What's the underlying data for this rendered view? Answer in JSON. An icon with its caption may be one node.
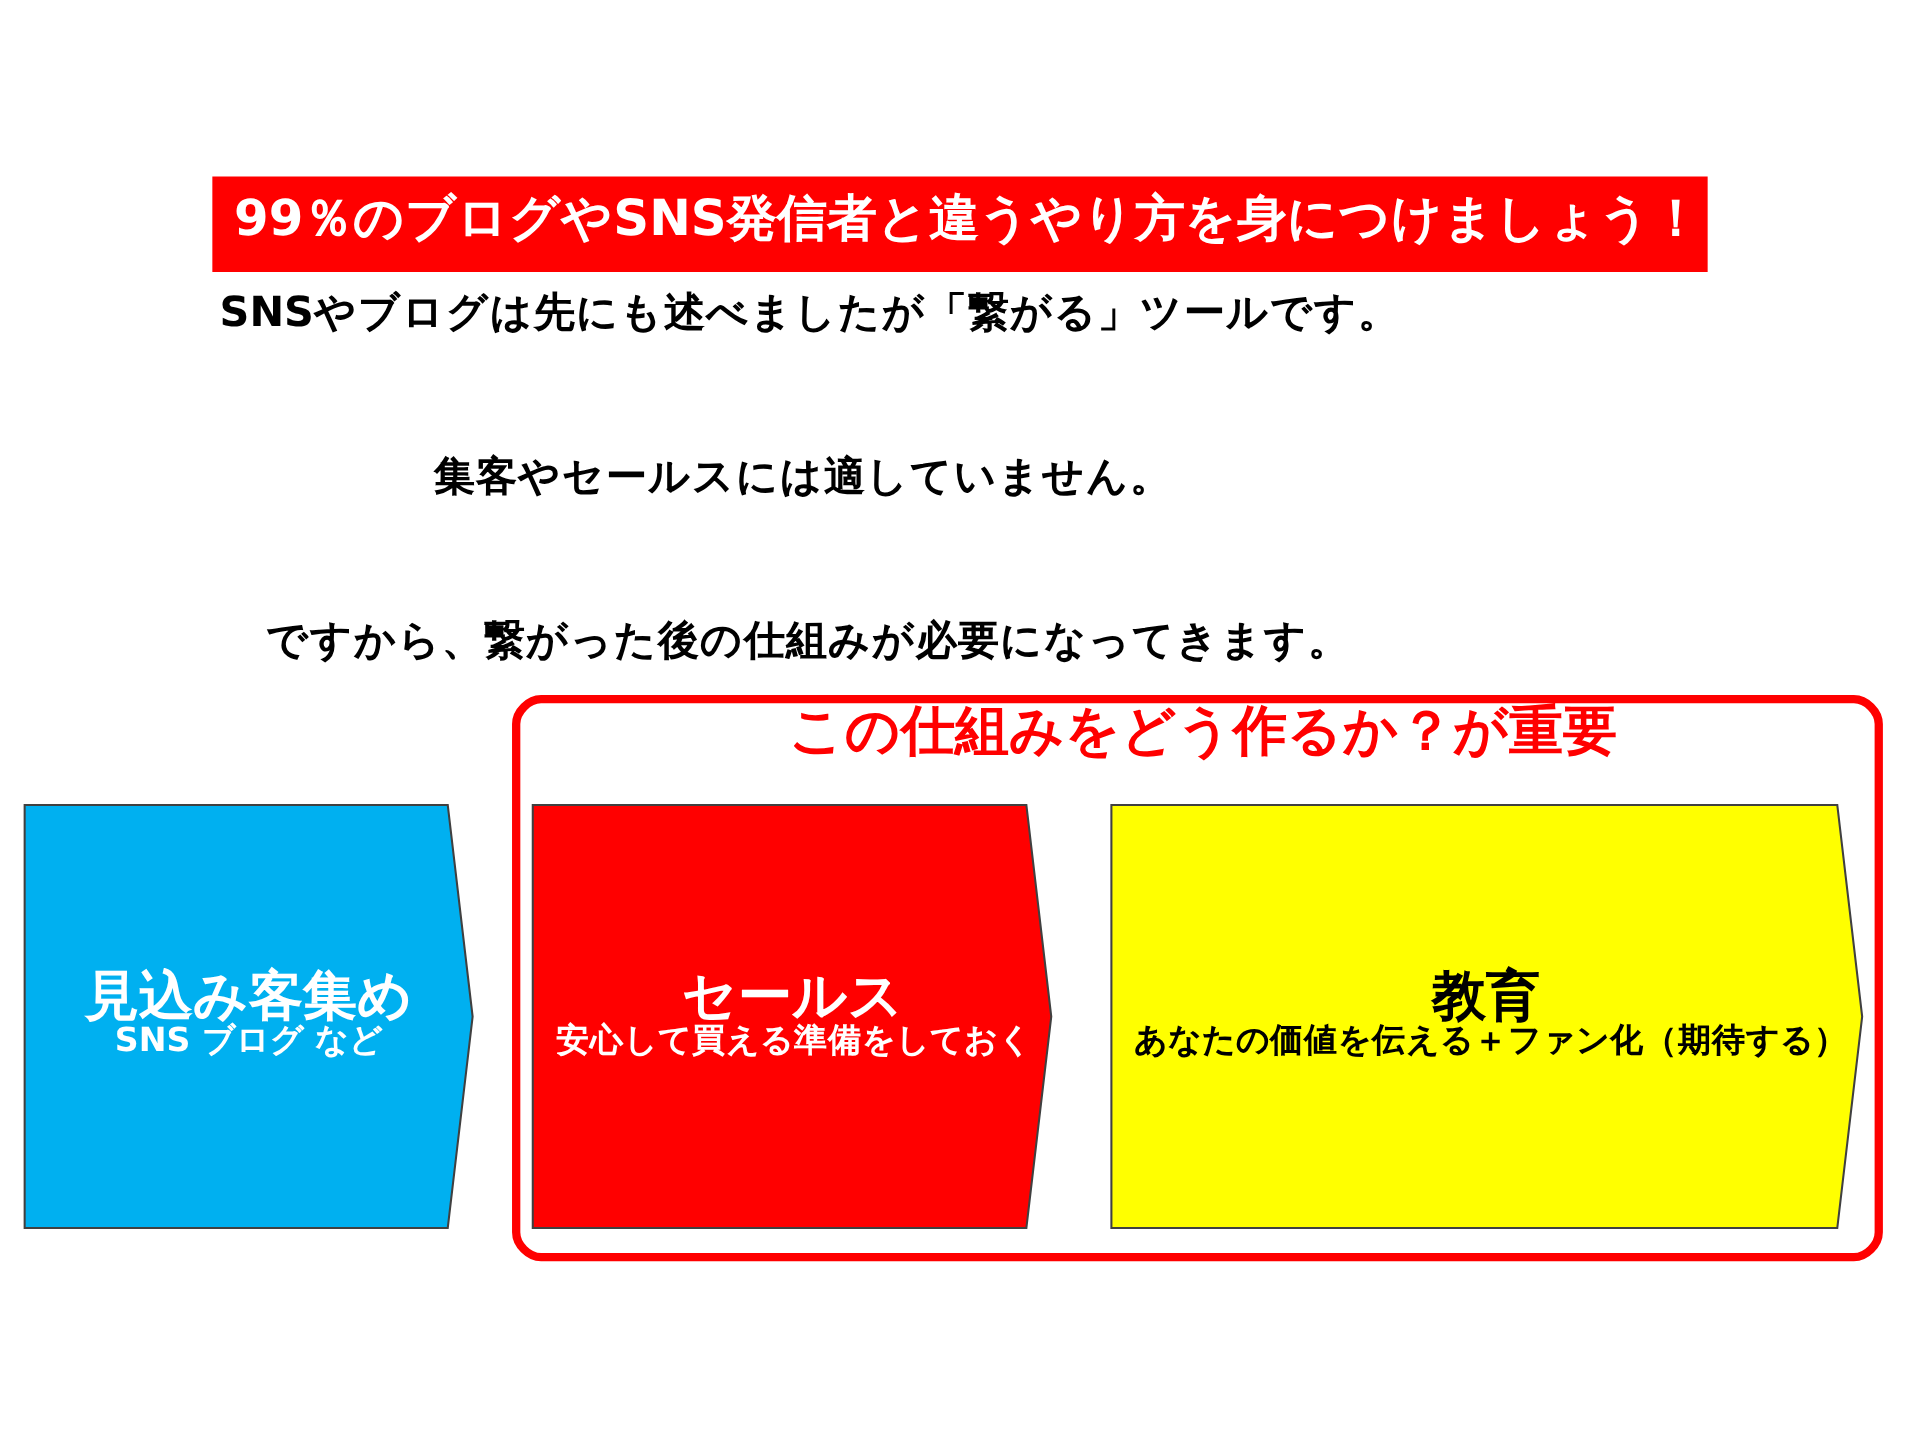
{
  "diagram": {
    "title": "99％のブログやSNS発信者と違うやり方を身につけましょう！",
    "nodes": [
      {
        "text": [
          "見込み客集め",
          "SNS ブログ など"
        ]
      },
      {
        "text": [
          "この仕組みをどう作るか？が重要"
        ]
      },
      {
        "text": [
          "教育",
          "あなたの価値を伝える＋ファン化（期待する）"
        ],
        "in": 1
      },
      {
        "text": [
          "セールス",
          "安心して買える準備をしておく"
        ],
        "in": 1
      }
    ],
    "edges": [],
    "labels": [
      "SNSやブログは先にも述べましたが「繋がる」ツールです。",
      "集客やセールスには適していません。",
      "ですから、繋がった後の仕組みが必要になってきます。"
    ]
  }
}
